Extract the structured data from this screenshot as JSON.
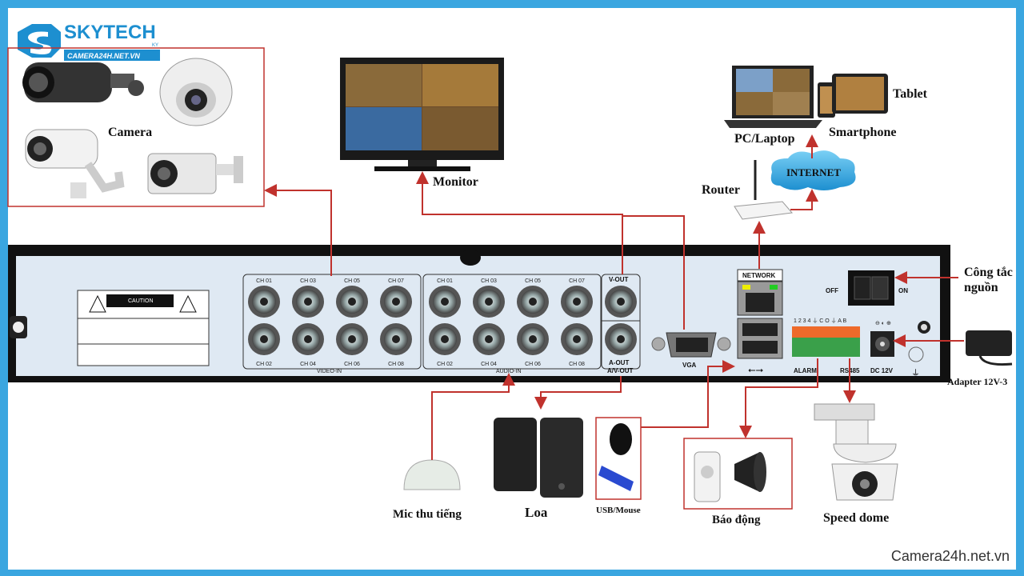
{
  "brand": {
    "name": "SKYTECH",
    "sub": "KY",
    "site": "CAMERA24H.NET.VN"
  },
  "footer": "Camera24h.net.vn",
  "labels": {
    "camera": "Camera",
    "monitor": "Monitor",
    "pc_laptop": "PC/Laptop",
    "smartphone": "Smartphone",
    "tablet": "Tablet",
    "router": "Router",
    "internet": "INTERNET",
    "switch": "Công tắc",
    "switch2": "nguồn",
    "adapter": "Adapter 12V-3",
    "mic": "Mic thu tiếng",
    "speaker": "Loa",
    "usb_mouse": "USB/Mouse",
    "alarm": "Báo động",
    "speed_dome": "Speed dome"
  },
  "panel": {
    "caution": "CAUTION",
    "video_in": "VIDEO-IN",
    "audio_in": "AUDIO-IN",
    "v_out": "V-OUT",
    "a_out": "A-OUT",
    "av_out": "A/V-OUT",
    "vga": "VGA",
    "network": "NETWORK",
    "alarm": "ALARM",
    "rs485": "RS485",
    "dc": "DC 12V",
    "off": "OFF",
    "on": "ON",
    "terminals": "1 2 3 4 ⏚ C O ⏚ A B",
    "ch_top": [
      "CH 01",
      "CH 03",
      "CH 05",
      "CH 07"
    ],
    "ch_bottom": [
      "CH 02",
      "CH 04",
      "CH 06",
      "CH 08"
    ]
  },
  "colors": {
    "border": "#3aa6e0",
    "wire": "#c0322d",
    "panel": "#dfe9f3"
  }
}
